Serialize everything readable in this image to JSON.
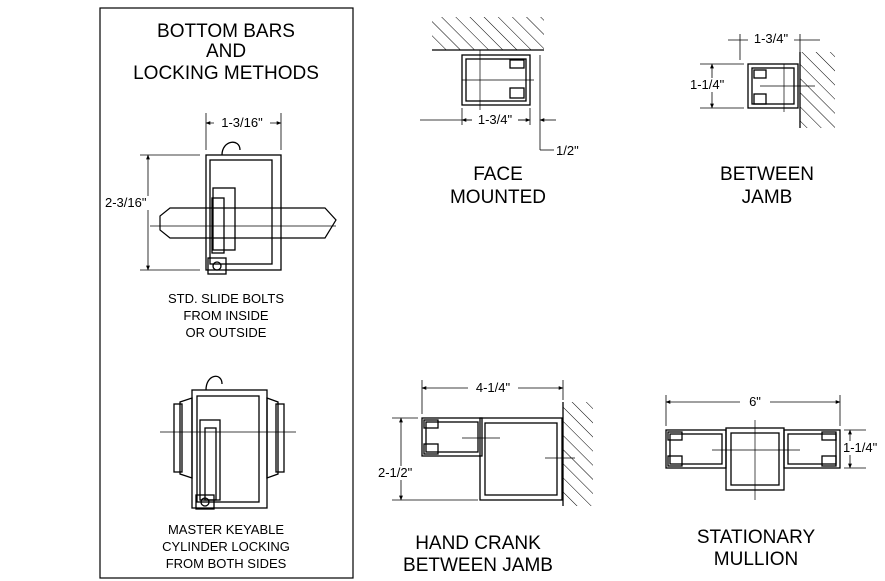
{
  "left_panel": {
    "title": [
      "BOTTOM BARS",
      "AND",
      "LOCKING METHODS"
    ],
    "slide_bolts": {
      "dim_width": "1-3/16\"",
      "dim_height": "2-3/16\"",
      "caption": [
        "STD. SLIDE BOLTS",
        "FROM INSIDE",
        "OR OUTSIDE"
      ]
    },
    "cylinder": {
      "caption": [
        "MASTER KEYABLE",
        "CYLINDER LOCKING",
        "FROM BOTH SIDES"
      ]
    }
  },
  "face_mounted": {
    "dim_width": "1-3/4\"",
    "dim_offset": "1/2\"",
    "caption": [
      "FACE",
      "MOUNTED"
    ]
  },
  "between_jamb": {
    "dim_width": "1-3/4\"",
    "dim_height": "1-1/4\"",
    "caption": [
      "BETWEEN",
      "JAMB"
    ]
  },
  "hand_crank": {
    "dim_width": "4-1/4\"",
    "dim_height": "2-1/2\"",
    "caption": [
      "HAND CRANK",
      "BETWEEN JAMB"
    ]
  },
  "stationary_mullion": {
    "dim_width": "6\"",
    "dim_height": "1-1/4\"",
    "caption": [
      "STATIONARY",
      "MULLION"
    ]
  }
}
